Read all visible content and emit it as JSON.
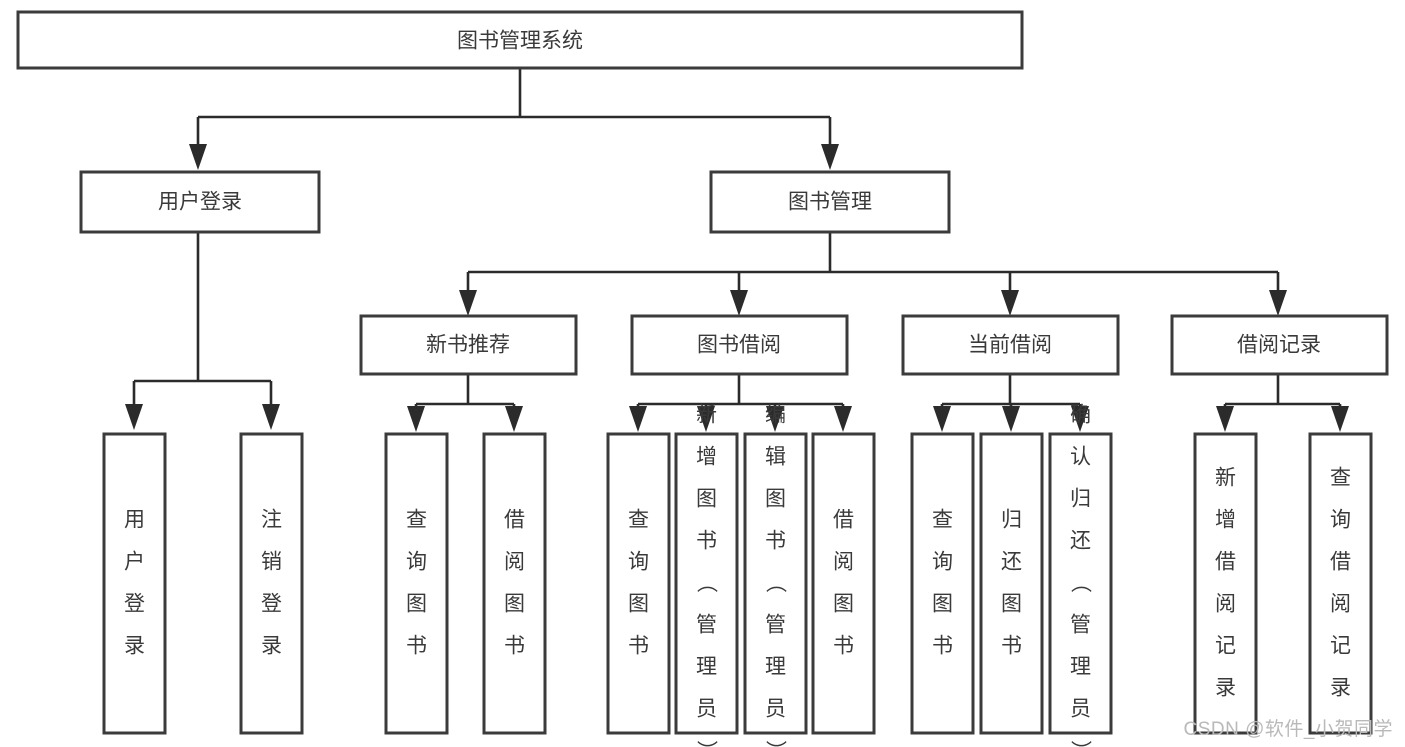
{
  "diagram": {
    "type": "hierarchy-tree",
    "title": "图书管理系统",
    "background_color": "#ffffff",
    "box_stroke_color": "#3b3b3b",
    "text_color": "#3a3a3a",
    "connector_color": "#2b2b2b",
    "levels": 4
  },
  "root": {
    "label": "图书管理系统"
  },
  "level2": [
    {
      "label": "用户登录"
    },
    {
      "label": "图书管理"
    }
  ],
  "level3": [
    {
      "label": "新书推荐"
    },
    {
      "label": "图书借阅"
    },
    {
      "label": "当前借阅"
    },
    {
      "label": "借阅记录"
    }
  ],
  "leaves": {
    "user_login": [
      {
        "label": "用户登录"
      },
      {
        "label": "注销登录"
      }
    ],
    "new_book_recommend": [
      {
        "label": "查询图书"
      },
      {
        "label": "借阅图书"
      }
    ],
    "book_borrow": [
      {
        "label": "查询图书"
      },
      {
        "label": "新增图书（管理员）"
      },
      {
        "label": "编辑图书（管理员）"
      },
      {
        "label": "借阅图书"
      }
    ],
    "current_borrow": [
      {
        "label": "查询图书"
      },
      {
        "label": "归还图书"
      },
      {
        "label": "确认归还（管理员）"
      }
    ],
    "borrow_records": [
      {
        "label": "新增借阅记录"
      },
      {
        "label": "查询借阅记录"
      }
    ]
  },
  "watermark": {
    "text": "CSDN @软件_小贺同学"
  }
}
